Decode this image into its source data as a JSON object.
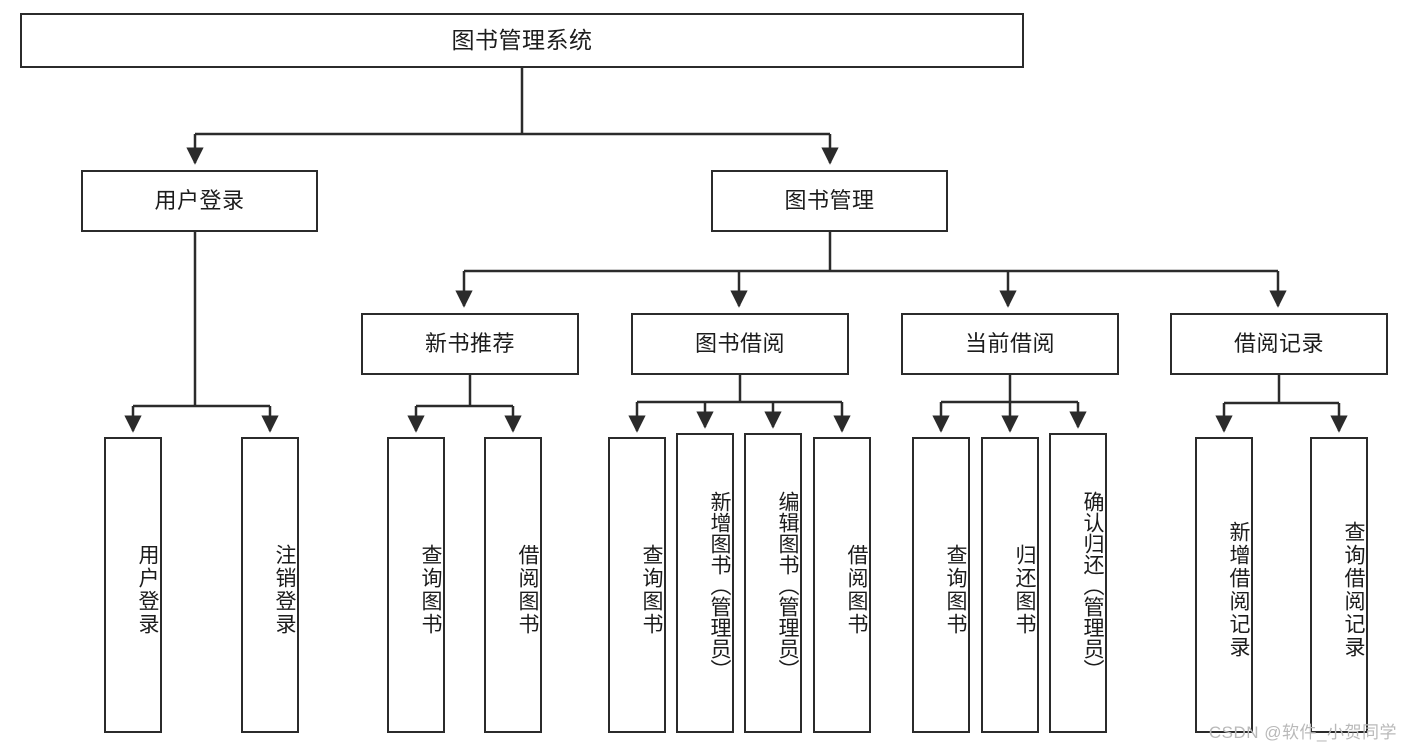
{
  "diagram": {
    "type": "tree",
    "title": "图书管理系统",
    "watermark": "CSDN @软件_小贺同学",
    "colors": {
      "stroke": "#2b2b2b",
      "fill": "#ffffff",
      "text": "#1c1c1c",
      "watermark": "#b9b9b9"
    },
    "nodes": {
      "root": "图书管理系统",
      "level2": [
        "用户登录",
        "图书管理"
      ],
      "level3": [
        "新书推荐",
        "图书借阅",
        "当前借阅",
        "借阅记录"
      ],
      "leaves": {
        "user_login": [
          "用户登录",
          "注销登录"
        ],
        "new_book": [
          "查询图书",
          "借阅图书"
        ],
        "book_borrow": [
          "查询图书",
          "新增图书（管理员）",
          "编辑图书（管理员）",
          "借阅图书"
        ],
        "current_borrow": [
          "查询图书",
          "归还图书",
          "确认归还（管理员）"
        ],
        "borrow_record": [
          "新增借阅记录",
          "查询借阅记录"
        ]
      }
    }
  }
}
